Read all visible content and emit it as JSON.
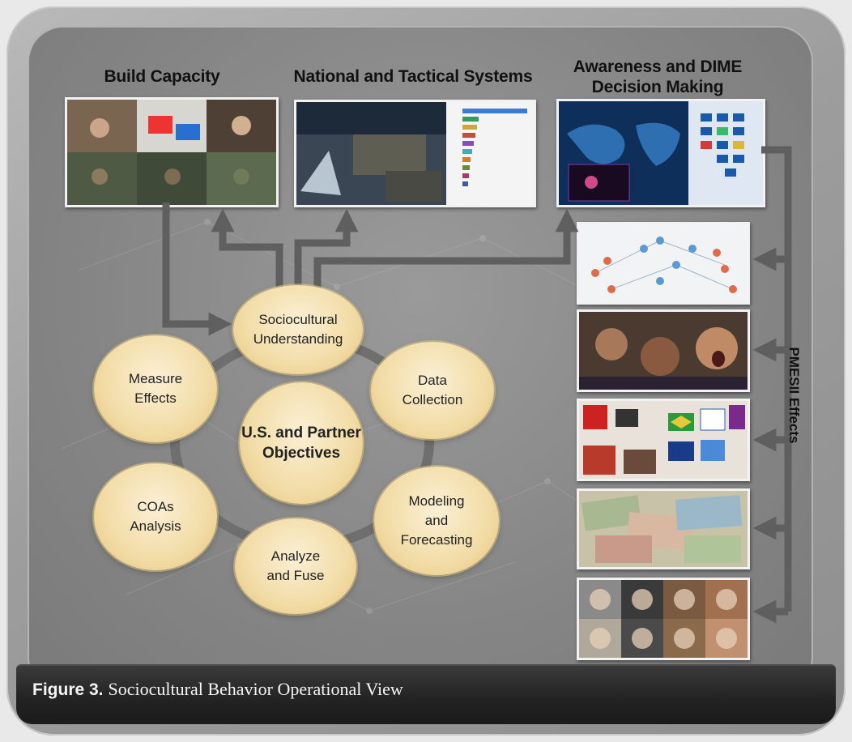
{
  "headings": {
    "build_capacity": "Build Capacity",
    "national_tactical": "National and Tactical Systems",
    "awareness": "Awareness and DIME\nDecision Making"
  },
  "cycle": {
    "center": "U.S. and Partner\nObjectives",
    "nodes": {
      "sociocultural": "Sociocultural\nUnderstanding",
      "data_collection": "Data\nCollection",
      "modeling": "Modeling\nand\nForecasting",
      "analyze": "Analyze\nand Fuse",
      "coas": "COAs\nAnalysis",
      "measure": "Measure\nEffects"
    }
  },
  "side_label": "PMESII Effects",
  "figure": {
    "label": "Figure 3.",
    "caption": "Sociocultural Behavior Operational View"
  },
  "colors": {
    "bubble": "#f2dca6",
    "arrow": "#5f5f5f",
    "caption_bar": "#222222",
    "panel": "#8a8a8a"
  }
}
